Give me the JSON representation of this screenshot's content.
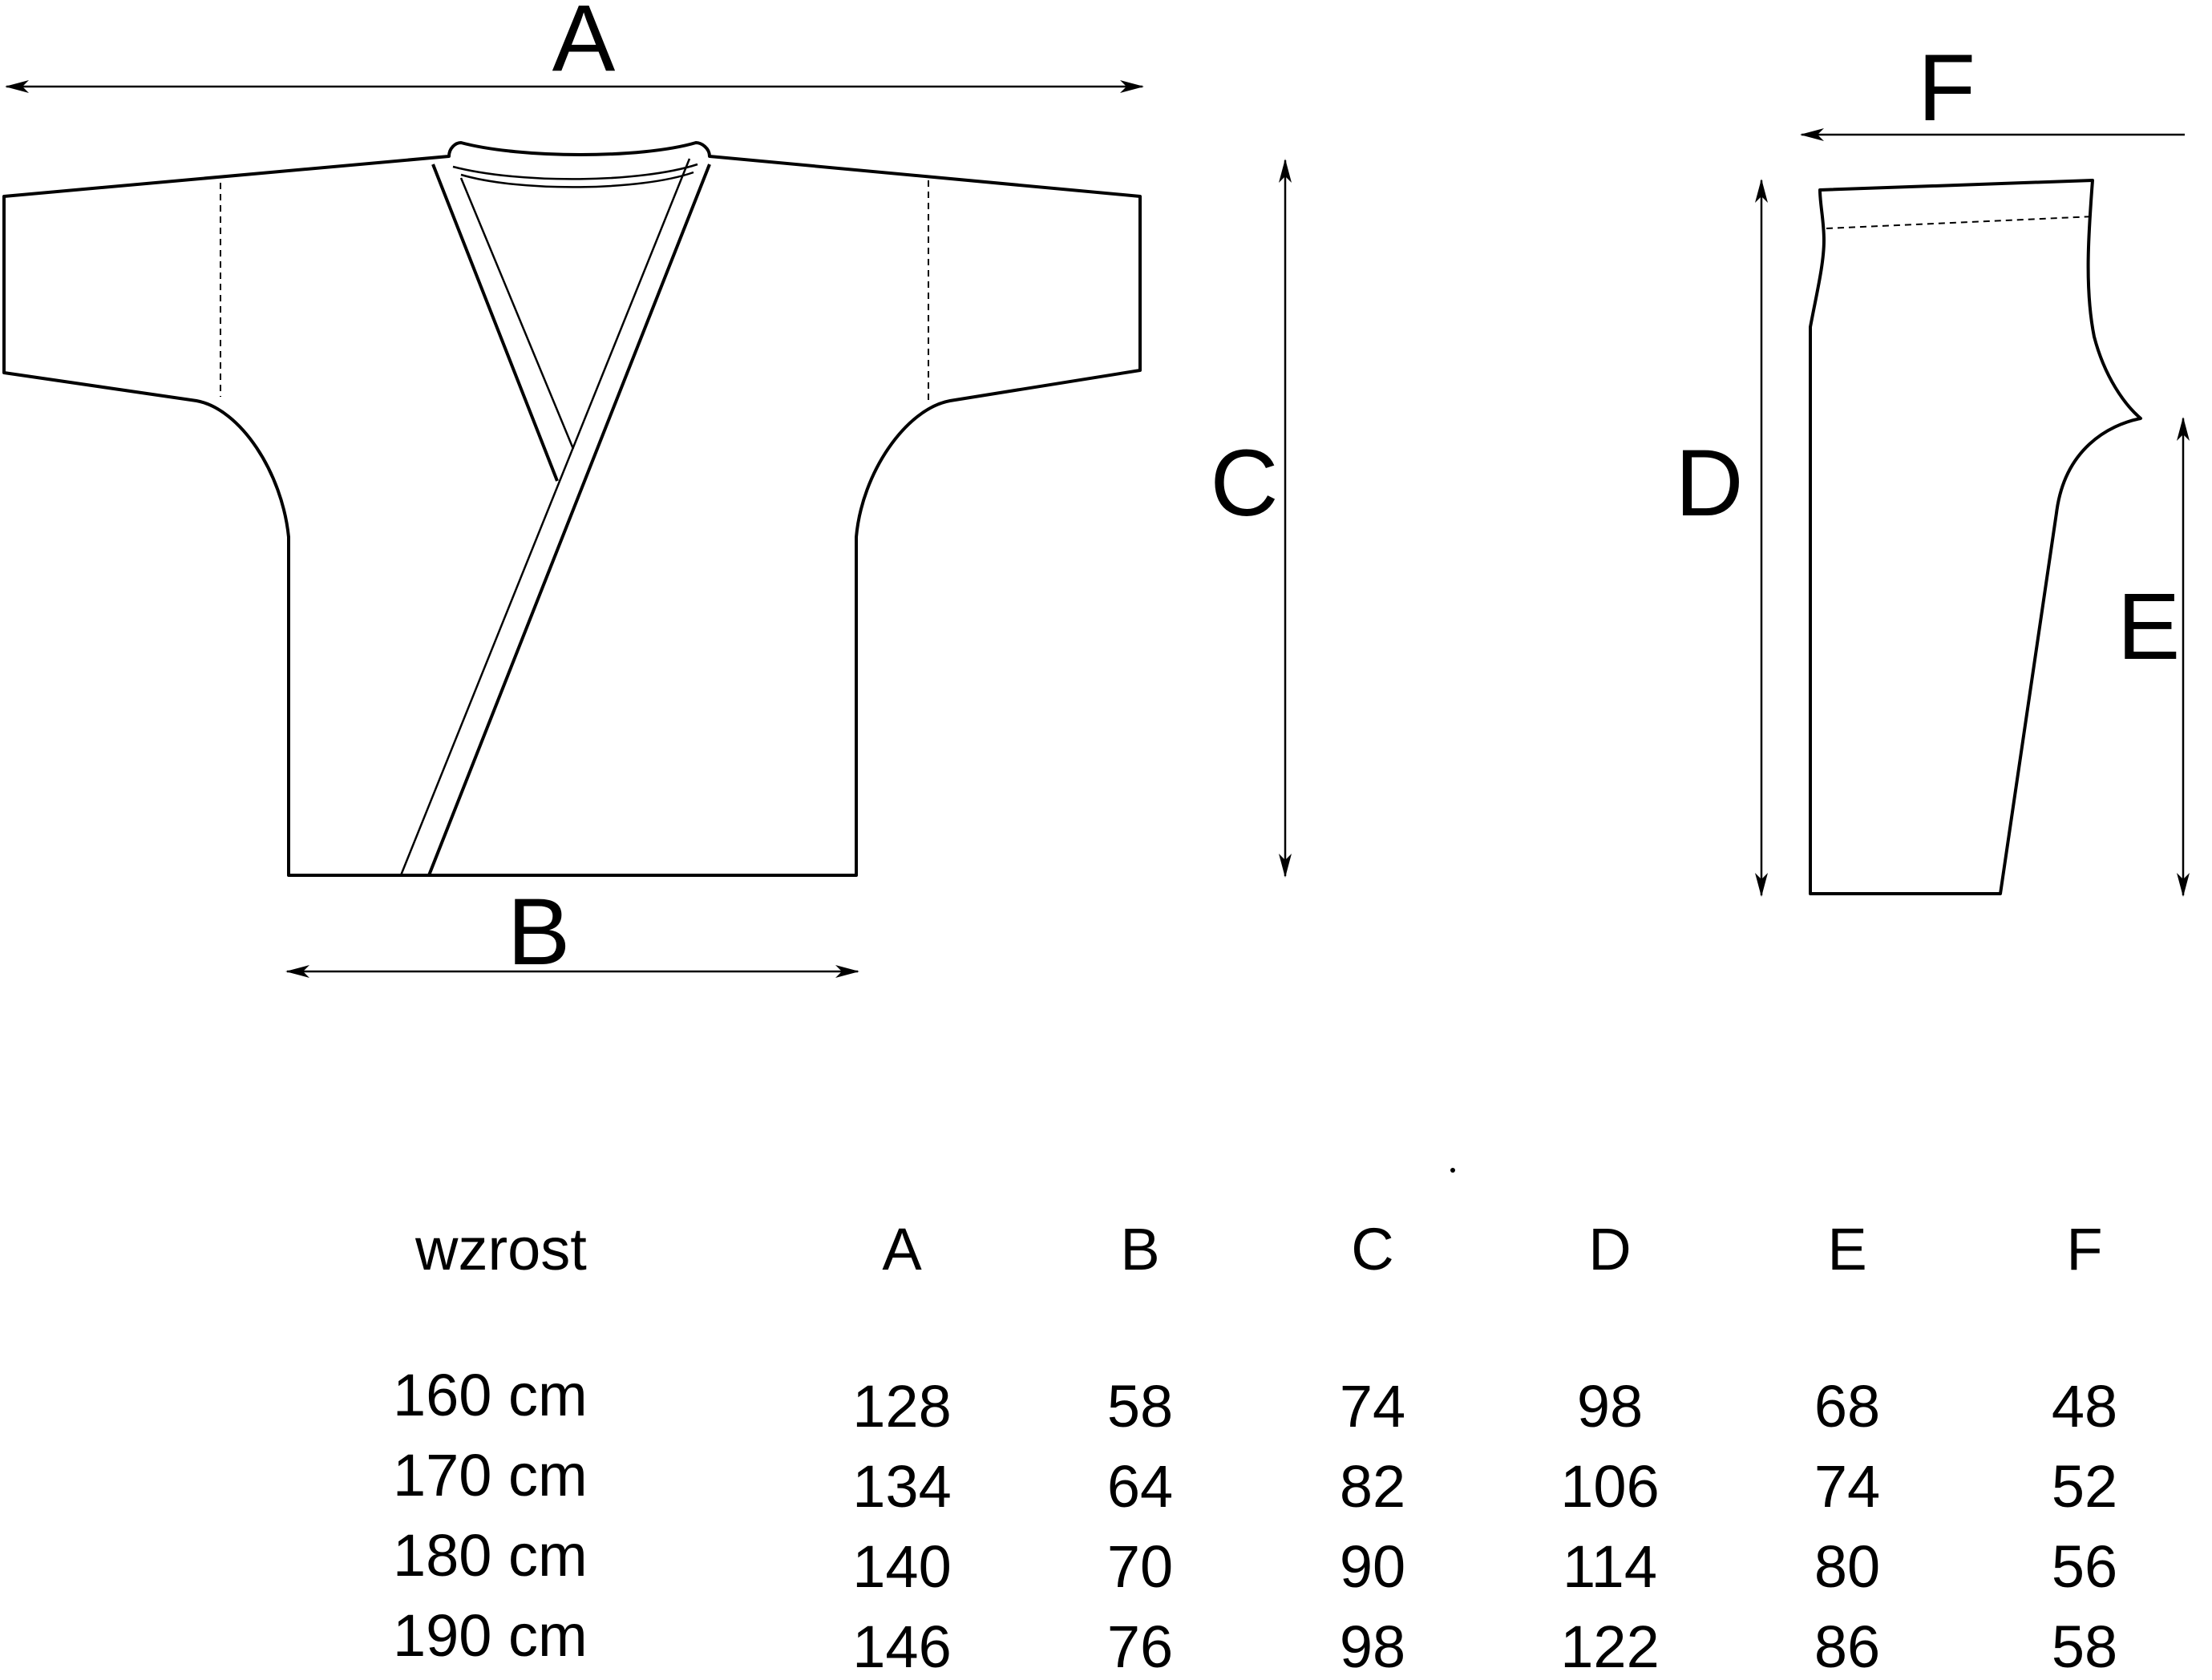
{
  "labels": {
    "A": "A",
    "B": "B",
    "C": "C",
    "D": "D",
    "E": "E",
    "F": "F"
  },
  "table": {
    "row_header": "wzrost",
    "columns": [
      "A",
      "B",
      "C",
      "D",
      "E",
      "F"
    ],
    "rows": [
      {
        "label": "160 cm",
        "values": [
          "128",
          "58",
          "74",
          "98",
          "68",
          "48"
        ]
      },
      {
        "label": "170 cm",
        "values": [
          "134",
          "64",
          "82",
          "106",
          "74",
          "52"
        ]
      },
      {
        "label": "180 cm",
        "values": [
          "140",
          "70",
          "90",
          "114",
          "80",
          "56"
        ]
      },
      {
        "label": "190 cm",
        "values": [
          "146",
          "76",
          "98",
          "122",
          "86",
          "58"
        ]
      }
    ]
  }
}
